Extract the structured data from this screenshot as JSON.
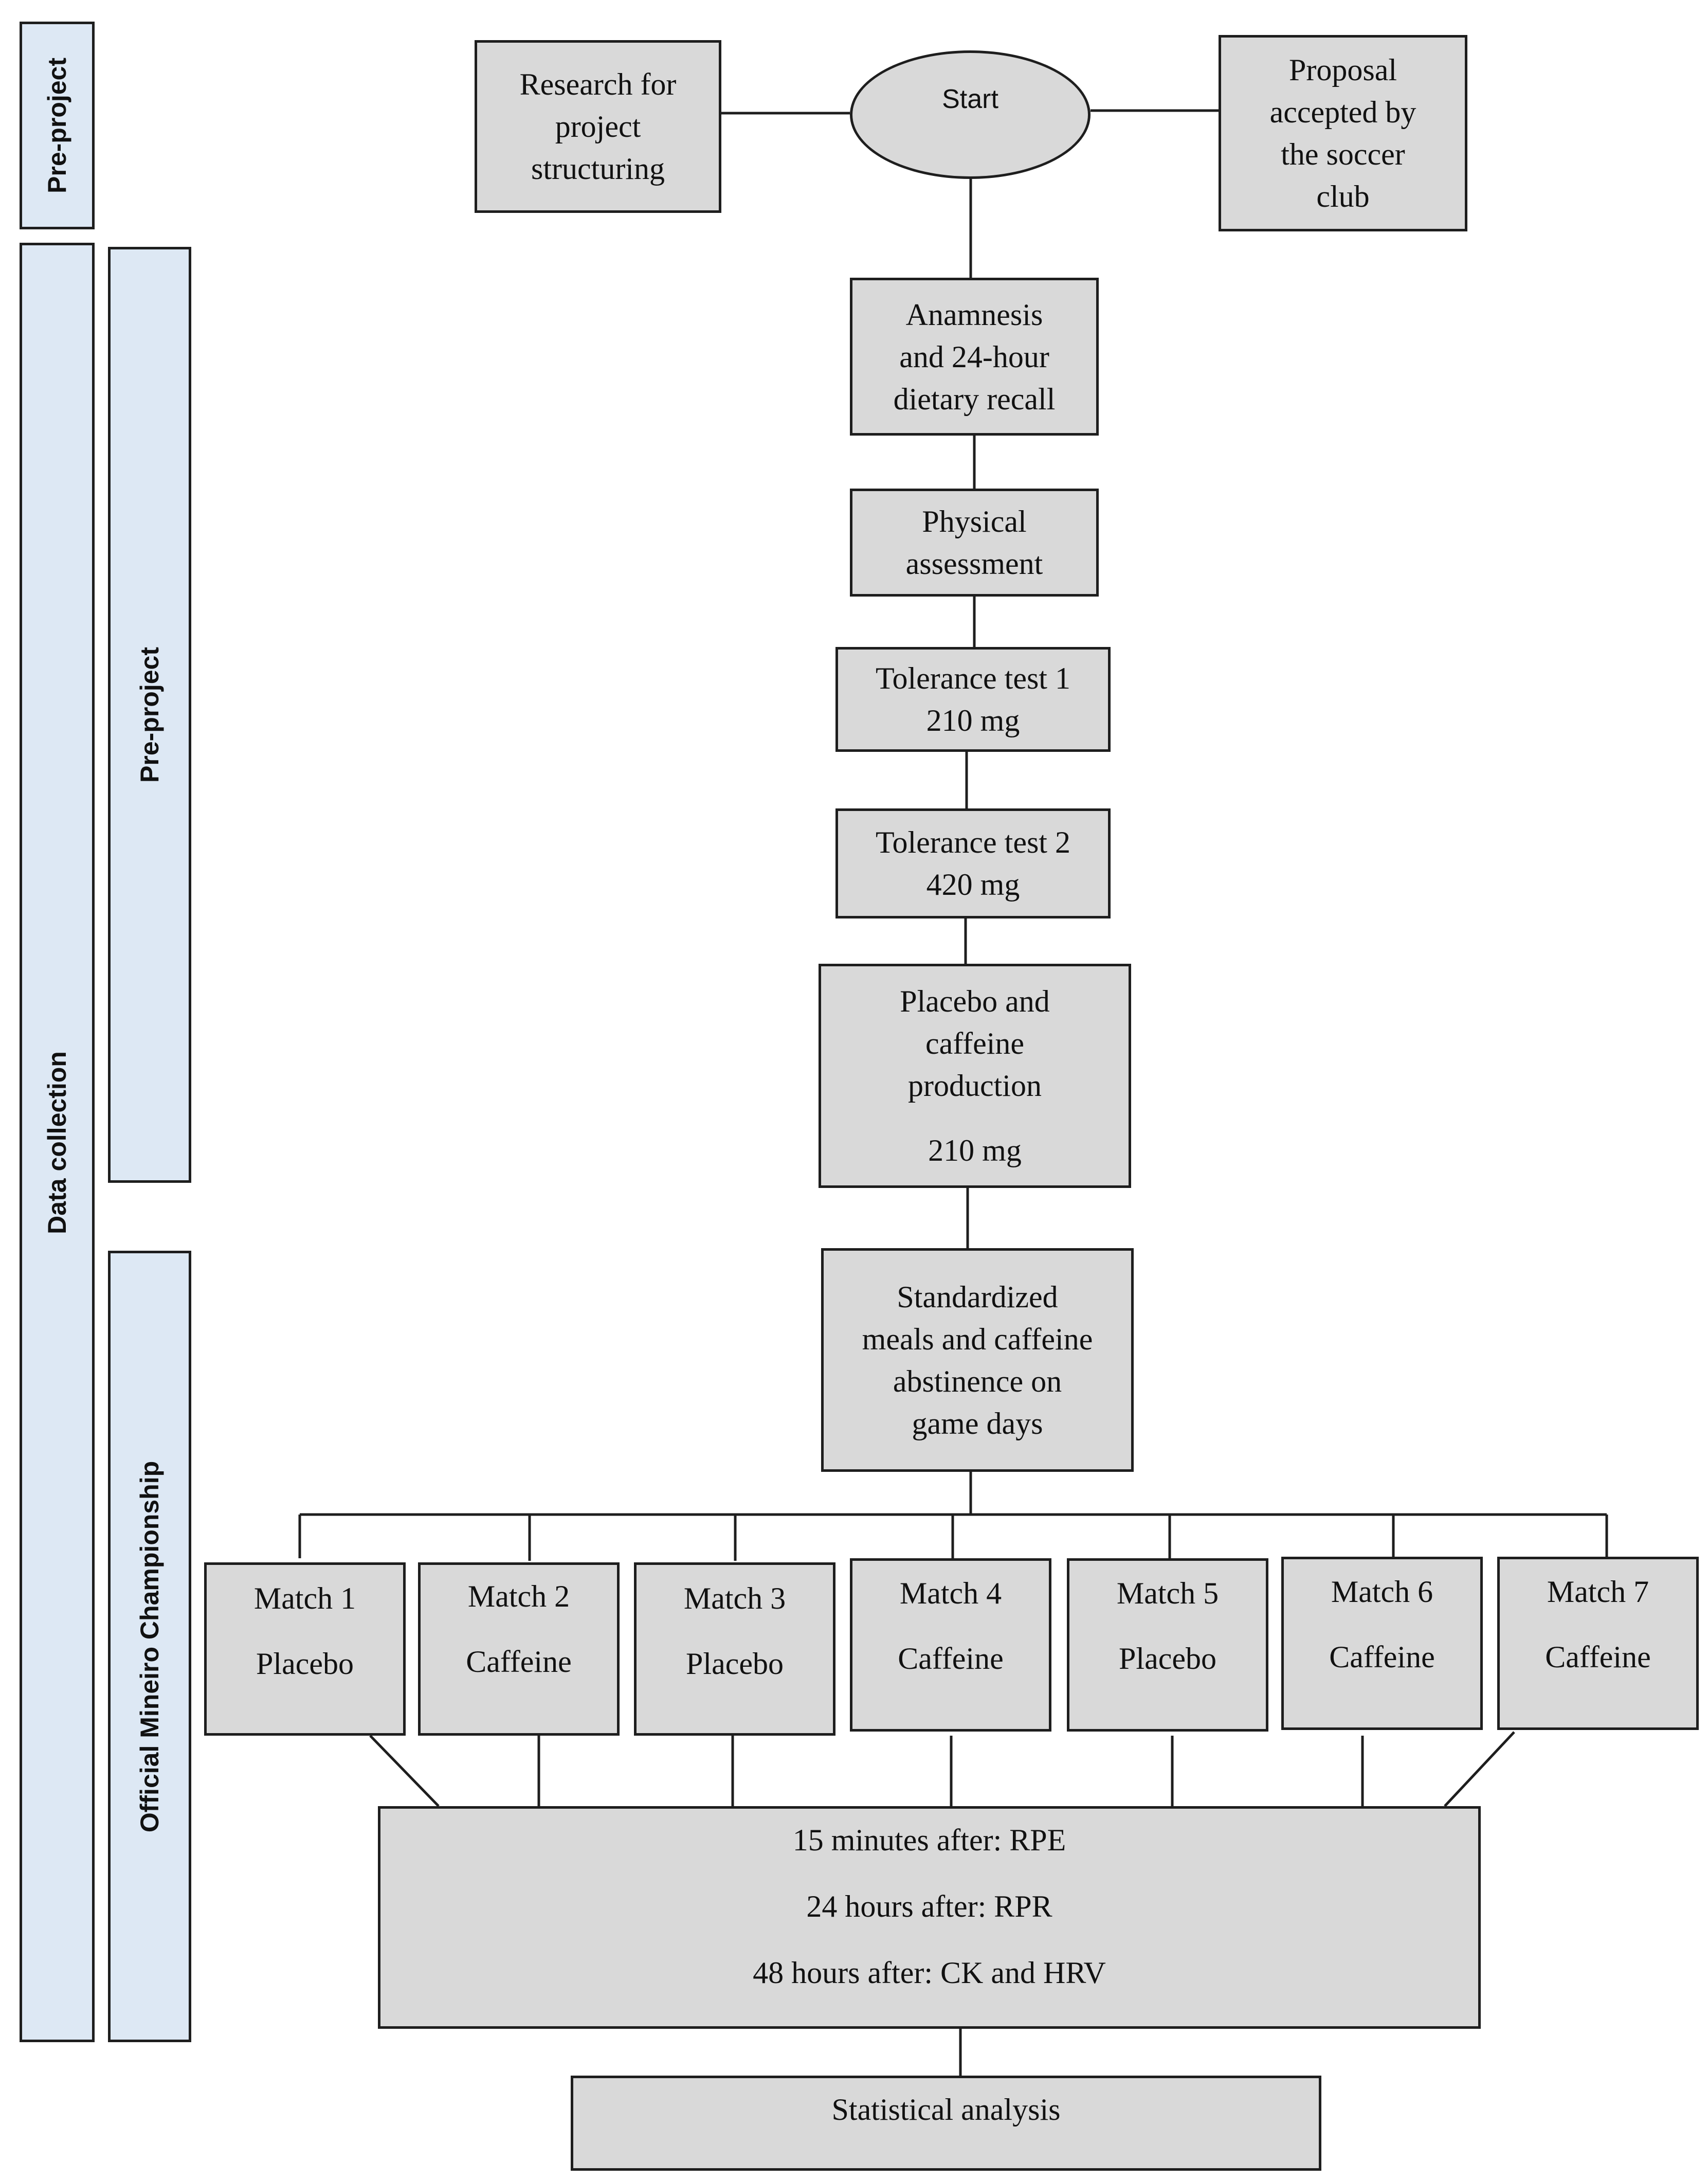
{
  "phases": {
    "pre_project_top": "Pre-project",
    "data_collection": "Data collection",
    "pre_project_inner": "Pre-project",
    "championship": "Official Mineiro Championship"
  },
  "start": "Start",
  "research": [
    "Research for",
    "project",
    "structuring"
  ],
  "proposal": [
    "Proposal",
    "accepted by",
    "the soccer",
    "club"
  ],
  "anamnesis": [
    "Anamnesis",
    "and 24-hour",
    "dietary recall"
  ],
  "physical": [
    "Physical",
    "assessment"
  ],
  "tolerance1": [
    "Tolerance test 1",
    "210 mg"
  ],
  "tolerance2": [
    "Tolerance test 2",
    "420 mg"
  ],
  "production": {
    "lines": [
      "Placebo and",
      "caffeine",
      "production"
    ],
    "dose": "210 mg"
  },
  "meals": [
    "Standardized",
    "meals and caffeine",
    "abstinence on",
    "game days"
  ],
  "matches": [
    {
      "title": "Match 1",
      "condition": "Placebo"
    },
    {
      "title": "Match 2",
      "condition": "Caffeine"
    },
    {
      "title": "Match 3",
      "condition": "Placebo"
    },
    {
      "title": "Match 4",
      "condition": "Caffeine"
    },
    {
      "title": "Match 5",
      "condition": "Placebo"
    },
    {
      "title": "Match 6",
      "condition": "Caffeine"
    },
    {
      "title": "Match 7",
      "condition": "Caffeine"
    }
  ],
  "outcomes": [
    "15 minutes after: RPE",
    "24 hours after: RPR",
    "48 hours after: CK and HRV"
  ],
  "analysis": "Statistical analysis"
}
